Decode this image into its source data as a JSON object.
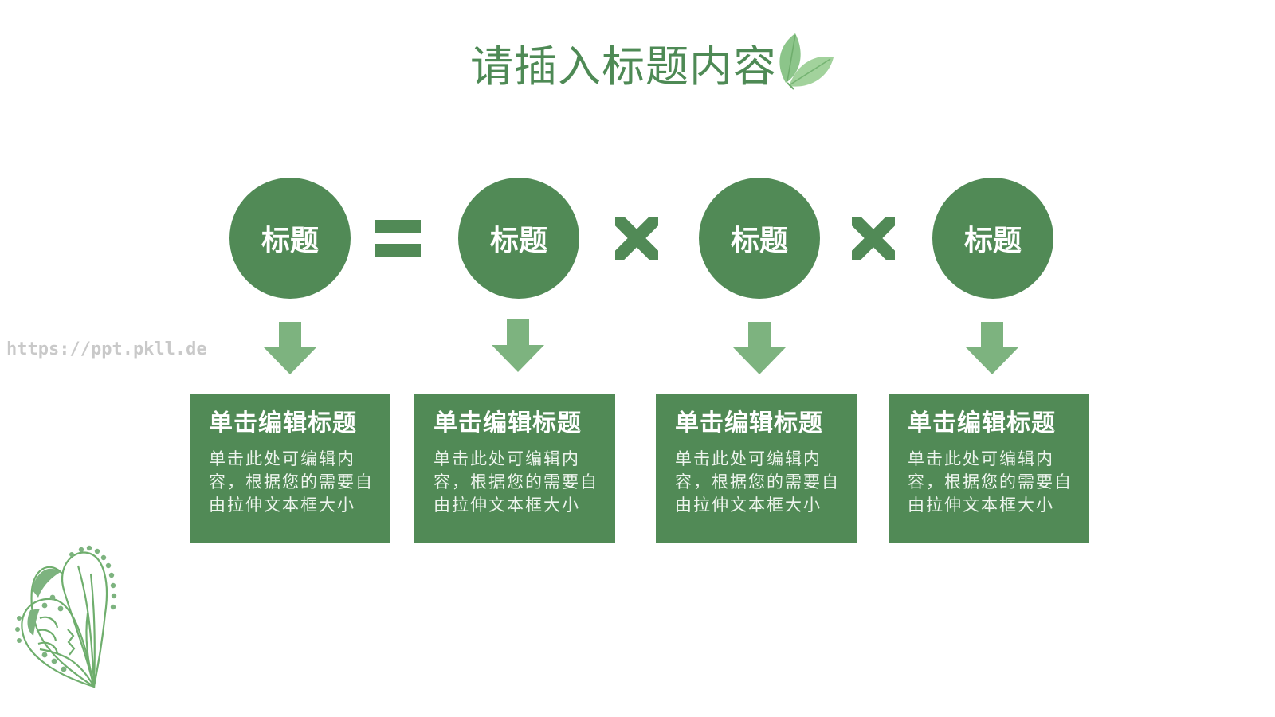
{
  "slide": {
    "title": "请插入标题内容",
    "watermark": "https://ppt.pkll.de"
  },
  "flow": {
    "operators": [
      "=",
      "×",
      "×"
    ],
    "steps": [
      {
        "circle_label": "标题",
        "card_title": "单击编辑标题",
        "card_text": "单击此处可编辑内容，根据您的需要自由拉伸文本框大小"
      },
      {
        "circle_label": "标题",
        "card_title": "单击编辑标题",
        "card_text": "单击此处可编辑内容，根据您的需要自由拉伸文本框大小"
      },
      {
        "circle_label": "标题",
        "card_title": "单击编辑标题",
        "card_text": "单击此处可编辑内容，根据您的需要自由拉伸文本框大小"
      },
      {
        "circle_label": "标题",
        "card_title": "单击编辑标题",
        "card_text": "单击此处可编辑内容，根据您的需要自由拉伸文本框大小"
      }
    ]
  },
  "colors": {
    "primary": "#518a56",
    "arrow": "#7db37f",
    "title": "#4e8a55",
    "leaf": "#8cc58a",
    "watermark": "#c9c9c9"
  },
  "icons": {
    "title_decoration": "leaf-icon",
    "corner_decoration": "doodle-leaf-icon",
    "equals": "equals-icon",
    "multiply": "multiply-icon",
    "down_arrow": "arrow-down-icon"
  }
}
